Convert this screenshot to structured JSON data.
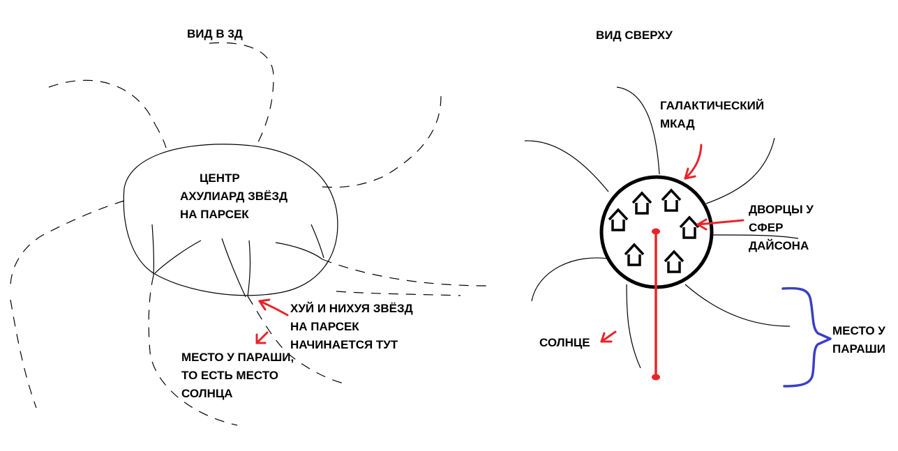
{
  "left_view": {
    "title": "ВИД В 3Д",
    "center_label": [
      "ЦЕНТР",
      "АХУЛИАРД ЗВЁЗД",
      "НА ПАРСЕК"
    ],
    "edge_label": [
      "ХУЙ И НИХУЯ ЗВЁЗД",
      "НА ПАРСЕК",
      "НАЧИНАЕТСЯ ТУТ"
    ],
    "sun_label": [
      "МЕСТО У ПАРАШИ,",
      "ТО ЕСТЬ МЕСТО",
      "СОЛНЦА"
    ]
  },
  "right_view": {
    "title": "ВИД СВЕРХУ",
    "ring_label": [
      "ГАЛАКТИЧЕСКИЙ",
      "МКАД"
    ],
    "palaces_label": [
      "ДВОРЦЫ У",
      "СФЕР",
      "ДАЙСОНА"
    ],
    "sun_label": "СОЛНЦЕ",
    "place_label": [
      "МЕСТО У",
      "ПАРАШИ"
    ],
    "house_icon_count": 6
  },
  "colors": {
    "ink": "#000000",
    "arrow": "#e8242b",
    "brace": "#3a3fc4"
  }
}
